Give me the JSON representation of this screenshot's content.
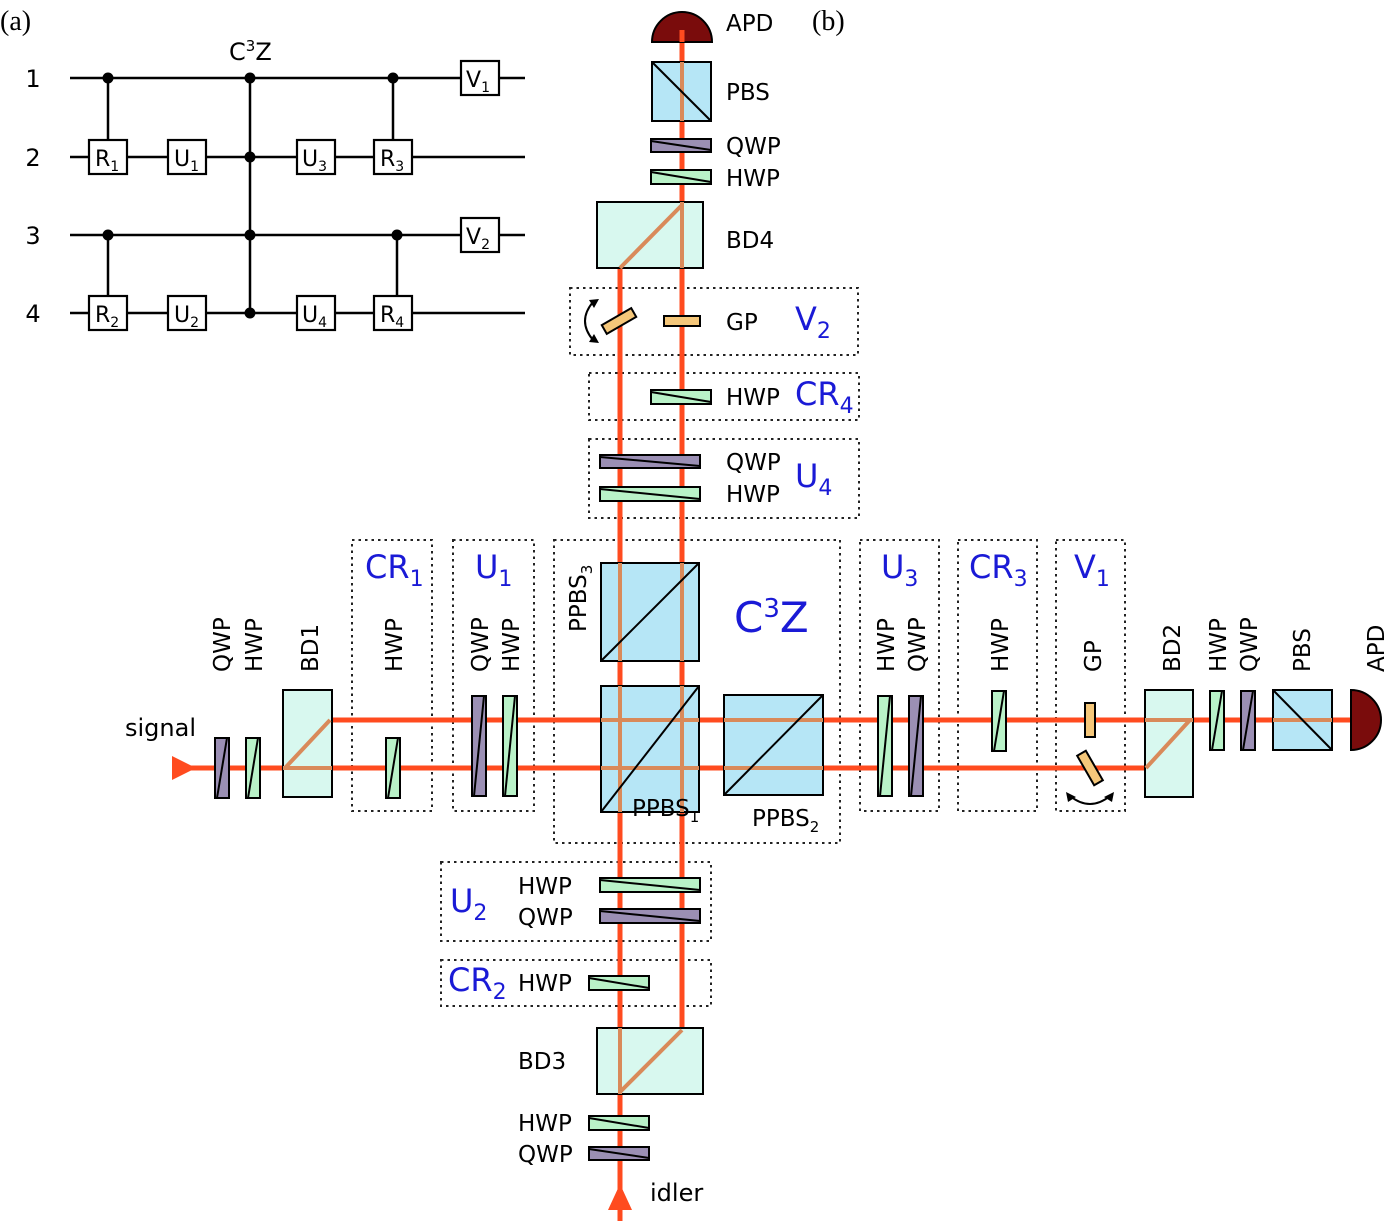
{
  "panel_labels": {
    "a": "(a)",
    "b": "(b)"
  },
  "colors": {
    "beam": "#ff4b1f",
    "beam_internal": "#d98a5a",
    "qwp": "#9b8fb4",
    "hwp": "#b9f2c8",
    "gp": "#f5c77a",
    "pbs": "#b6e6f6",
    "bd": "#d8f8ef",
    "apd": "#7a0c0c",
    "group_label": "#1a1ad6"
  },
  "circuit": {
    "qubits": [
      "1",
      "2",
      "3",
      "4"
    ],
    "gates": {
      "R1": {
        "base": "R",
        "sub": "1"
      },
      "R2": {
        "base": "R",
        "sub": "2"
      },
      "R3": {
        "base": "R",
        "sub": "3"
      },
      "R4": {
        "base": "R",
        "sub": "4"
      },
      "U1": {
        "base": "U",
        "sub": "1"
      },
      "U2": {
        "base": "U",
        "sub": "2"
      },
      "U3": {
        "base": "U",
        "sub": "3"
      },
      "U4": {
        "base": "U",
        "sub": "4"
      },
      "V1": {
        "base": "V",
        "sub": "1"
      },
      "V2": {
        "base": "V",
        "sub": "2"
      }
    },
    "c3z": {
      "base": "C",
      "sup": "3",
      "tail": "Z"
    }
  },
  "setup": {
    "inputs": {
      "signal": "signal",
      "idler": "idler"
    },
    "labels": {
      "apd": "APD",
      "pbs": "PBS",
      "qwp": "QWP",
      "hwp": "HWP",
      "gp": "GP",
      "bd1": "BD1",
      "bd2": "BD2",
      "bd3": "BD3",
      "bd4": "BD4",
      "ppbs": "PPBS",
      "ppbs1_sub": "1",
      "ppbs2_sub": "2",
      "ppbs3_sub": "3"
    },
    "groups": {
      "CR1": {
        "base": "CR",
        "sub": "1"
      },
      "CR2": {
        "base": "CR",
        "sub": "2"
      },
      "CR3": {
        "base": "CR",
        "sub": "3"
      },
      "CR4": {
        "base": "CR",
        "sub": "4"
      },
      "U1": {
        "base": "U",
        "sub": "1"
      },
      "U2": {
        "base": "U",
        "sub": "2"
      },
      "U3": {
        "base": "U",
        "sub": "3"
      },
      "U4": {
        "base": "U",
        "sub": "4"
      },
      "V1": {
        "base": "V",
        "sub": "1"
      },
      "V2": {
        "base": "V",
        "sub": "2"
      },
      "C3Z": {
        "base": "C",
        "sup": "3",
        "tail": "Z"
      }
    }
  }
}
